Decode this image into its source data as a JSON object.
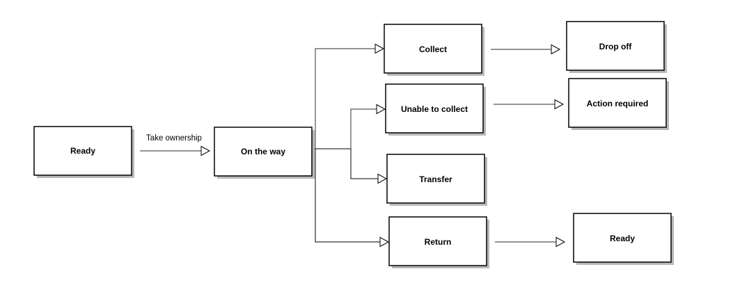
{
  "nodes": {
    "ready_start": "Ready",
    "on_the_way": "On the way",
    "collect": "Collect",
    "unable_to_collect": "Unable to collect",
    "transfer": "Transfer",
    "return": "Return",
    "drop_off": "Drop off",
    "action_required": "Action required",
    "ready_end": "Ready"
  },
  "edges": {
    "take_ownership": "Take ownership"
  }
}
